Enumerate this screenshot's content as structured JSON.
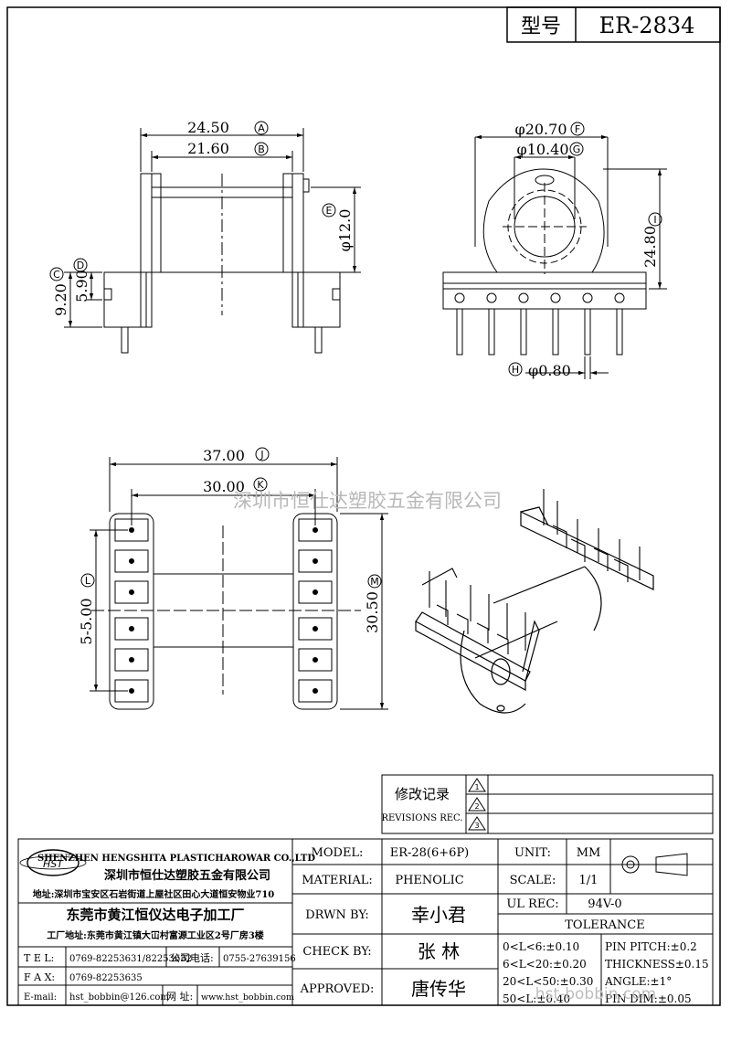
{
  "header": {
    "model_label": "型号",
    "model_value": "ER-2834"
  },
  "watermark": "深圳市恒仕达塑胶五金有限公司",
  "watermark_bottom": "hst-bobbin.com",
  "dims": {
    "A": "24.50",
    "B": "21.60",
    "C": "9.20",
    "D": "5.90",
    "E": "φ12.0",
    "F": "φ20.70",
    "G": "φ10.40",
    "H": "φ0.80",
    "I": "24.80",
    "J": "37.00",
    "K": "30.00",
    "L": "5-5.00",
    "M": "30.50"
  },
  "revisions": {
    "title": "修改记录",
    "subtitle": "REVISIONS REC.",
    "marks": [
      "1",
      "2",
      "3"
    ]
  },
  "company": {
    "name_en": "SHENZHEN HENGSHITA PLASTICHAROWAR CO.,LTD",
    "name_cn": "深圳市恒仕达塑胶五金有限公司",
    "address": "地址:深圳市宝安区石岩街道上屋社区田心大道恒安物业710",
    "factory": "东莞市黄江恒仪达电子加工厂",
    "factory_address": "工厂地址:东莞市黄江镇大冚村富源工业区2号厂房3楼",
    "logo_text": "HST"
  },
  "contact": {
    "tel_label": "T E L:",
    "tel": "0769-82253631/82253632",
    "company_phone_label": "公司电话:",
    "company_phone": "0755-27639156",
    "fax_label": "F A X:",
    "fax": "0769-82253635",
    "email_label": "E-mail:",
    "email": "hst_bobbin@126.com",
    "web_label": "网 址:",
    "web": "www.hst_bobbin.com"
  },
  "spec": {
    "model_label": "MODEL:",
    "model": "ER-28(6+6P)",
    "unit_label": "UNIT:",
    "unit": "MM",
    "material_label": "MATERIAL:",
    "material": "PHENOLIC",
    "scale_label": "SCALE:",
    "scale": "1/1",
    "drawn_label": "DRWN BY:",
    "drawn": "幸小君",
    "ul_label": "UL REC:",
    "ul": "94V-0",
    "tolerance_label": "TOLERANCE",
    "check_label": "CHECK BY:",
    "check": "张 林",
    "approved_label": "APPROVED:",
    "approved": "唐传华",
    "tol": [
      "0<L<6:±0.10",
      "6<L<20:±0.20",
      "20<L<50:±0.30",
      "50<L:±0.40"
    ],
    "tol2": [
      "PIN PITCH:±0.2",
      "THICKNESS±0.15",
      "ANGLE:±1°",
      "PIN DIM:±0.05"
    ]
  }
}
